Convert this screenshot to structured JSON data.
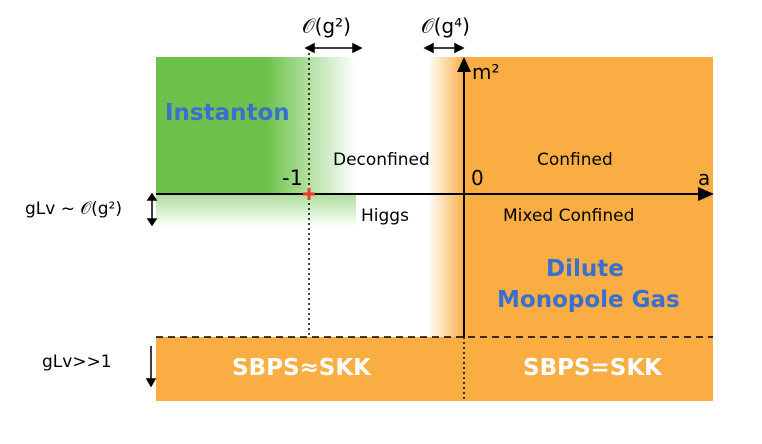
{
  "colors": {
    "instanton_region": "#6cc24a",
    "orange_region": "#f9ad43",
    "axis": "#000000",
    "marker": "#e83a2a",
    "label_blue": "#3a6fd0",
    "label_white": "#ffffff"
  },
  "top_scales": {
    "left_label": "𝒪(g²)",
    "right_label": "𝒪(g⁴)"
  },
  "axes": {
    "y_label": "m²",
    "x_label": "a",
    "origin_label": "0",
    "tick_label": "-1"
  },
  "regions": {
    "instanton": "Instanton",
    "deconfined": "Deconfined",
    "confined": "Confined",
    "higgs": "Higgs",
    "mixed_confined": "Mixed Confined",
    "dilute_line1": "Dilute",
    "dilute_line2": "Monopole Gas"
  },
  "left_labels": {
    "glv_small": "gLv ~ 𝒪(g²)",
    "glv_large": "gLv>>1"
  },
  "bottom_regions": {
    "left_formula": "SBPS≈SKK",
    "right_formula": "SBPS=SKK"
  }
}
